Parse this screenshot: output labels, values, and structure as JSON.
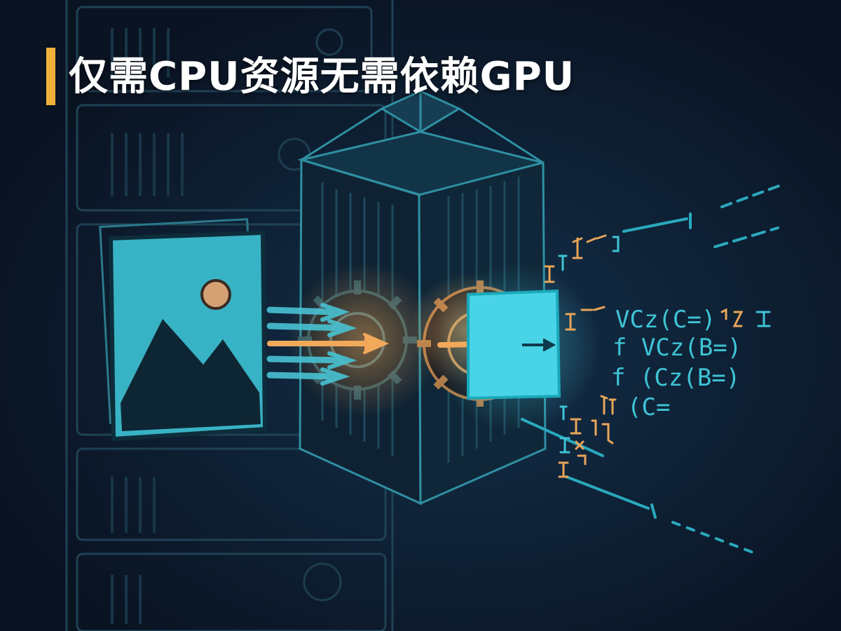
{
  "title": "仅需CPU资源无需依赖GPU",
  "colors": {
    "background": "#0b1424",
    "accent": "#f0b13a",
    "cyan": "#3fc4d6",
    "orange": "#e8a55a",
    "title_text": "#ffffff"
  },
  "illustration": {
    "icons": [
      "server-rack",
      "image-icon",
      "gear-icon",
      "processor-cube",
      "text-output-card"
    ],
    "code_lines": [
      {
        "text": "VCz(C=)",
        "color": "cyan"
      },
      {
        "text": "f VCz(B=)",
        "color": "cyan"
      },
      {
        "text": "f (Cz(B=)",
        "color": "cyan"
      },
      {
        "text": "(C=",
        "color": "cyan"
      }
    ]
  }
}
